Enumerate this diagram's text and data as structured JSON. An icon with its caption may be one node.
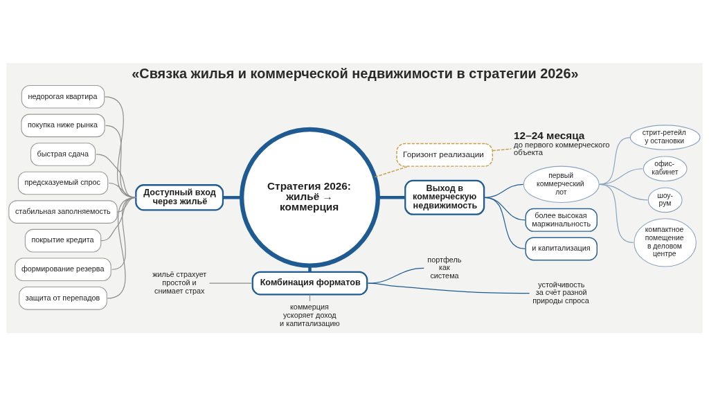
{
  "diagram": {
    "title": "«Связка жилья и коммерческой недвижимости в стратегии 2026»",
    "nodes": [
      {
        "text": [
          "Стратегия 2026: жильё → коммерция"
        ]
      },
      {
        "text": [
          "Доступный вход через жильё"
        ]
      },
      {
        "text": [
          "недорогая квартира"
        ]
      },
      {
        "text": [
          "покупка ниже рынка"
        ]
      },
      {
        "text": [
          "быстрая сдача"
        ]
      },
      {
        "text": [
          "предсказуемый спрос"
        ]
      },
      {
        "text": [
          "стабильная заполняемость"
        ]
      },
      {
        "text": [
          "покрытие кредита"
        ]
      },
      {
        "text": [
          "формирование резерва"
        ]
      },
      {
        "text": [
          "защита от перепадов"
        ]
      },
      {
        "text": [
          "Горизонт реализации"
        ]
      },
      {
        "text": [
          "**12–24 месяца** до первого коммерческого объекта"
        ]
      },
      {
        "text": [
          "Выход в коммерческую недвижимость"
        ]
      },
      {
        "text": [
          "первый коммерческий лот"
        ]
      },
      {
        "text": [
          "стрит-ретейл у остановки"
        ]
      },
      {
        "text": [
          "офис-кабинет"
        ]
      },
      {
        "text": [
          "шоу-рум"
        ]
      },
      {
        "text": [
          "компактное помещение в деловом центре"
        ]
      },
      {
        "text": [
          "более высокая маржинальность"
        ]
      },
      {
        "text": [
          "и капитализация"
        ]
      },
      {
        "text": [
          "Комбинация форматов"
        ]
      },
      {
        "text": [
          "жильё страхует простой и снимает страх"
        ]
      },
      {
        "text": [
          "коммерция ускоряет доход и капитализацию"
        ]
      },
      {
        "text": [
          "портфель как система"
        ]
      },
      {
        "text": [
          "устойчивость за счёт разной природы спроса"
        ]
      }
    ],
    "edges": [
      {
        "from": 0,
        "to": 1,
        "arrow": "none",
        "style": "thick",
        "color": "#1f5b93"
      },
      {
        "from": 0,
        "to": 12,
        "arrow": "none",
        "style": "thick",
        "color": "#1f5b93"
      },
      {
        "from": 0,
        "to": 20,
        "arrow": "none",
        "style": "thick",
        "color": "#1f5b93"
      },
      {
        "from": 0,
        "to": 10,
        "arrow": "none",
        "style": "dashed",
        "color": "#c9a04a"
      },
      {
        "from": 10,
        "to": 11,
        "arrow": "none",
        "style": "dashed",
        "color": "#c9a04a"
      },
      {
        "from": 1,
        "to": 2,
        "arrow": "none"
      },
      {
        "from": 1,
        "to": 3,
        "arrow": "none"
      },
      {
        "from": 1,
        "to": 4,
        "arrow": "none"
      },
      {
        "from": 1,
        "to": 5,
        "arrow": "none"
      },
      {
        "from": 1,
        "to": 6,
        "arrow": "none"
      },
      {
        "from": 1,
        "to": 7,
        "arrow": "none"
      },
      {
        "from": 1,
        "to": 8,
        "arrow": "none"
      },
      {
        "from": 1,
        "to": 9,
        "arrow": "none"
      },
      {
        "from": 12,
        "to": 13,
        "arrow": "none",
        "color": "#1f5b93"
      },
      {
        "from": 13,
        "to": 14,
        "arrow": "none",
        "color": "#8ba3bd"
      },
      {
        "from": 13,
        "to": 15,
        "arrow": "none",
        "color": "#8ba3bd"
      },
      {
        "from": 13,
        "to": 16,
        "arrow": "none",
        "color": "#8ba3bd"
      },
      {
        "from": 13,
        "to": 17,
        "arrow": "none",
        "color": "#8ba3bd"
      },
      {
        "from": 12,
        "to": 18,
        "arrow": "none",
        "color": "#1f5b93"
      },
      {
        "from": 12,
        "to": 19,
        "arrow": "none",
        "color": "#1f5b93"
      },
      {
        "from": 20,
        "to": 21,
        "arrow": "none"
      },
      {
        "from": 20,
        "to": 22,
        "arrow": "none"
      },
      {
        "from": 20,
        "to": 23,
        "arrow": "none",
        "color": "#1f5b93"
      },
      {
        "from": 20,
        "to": 24,
        "arrow": "none",
        "color": "#1f5b93"
      }
    ]
  }
}
